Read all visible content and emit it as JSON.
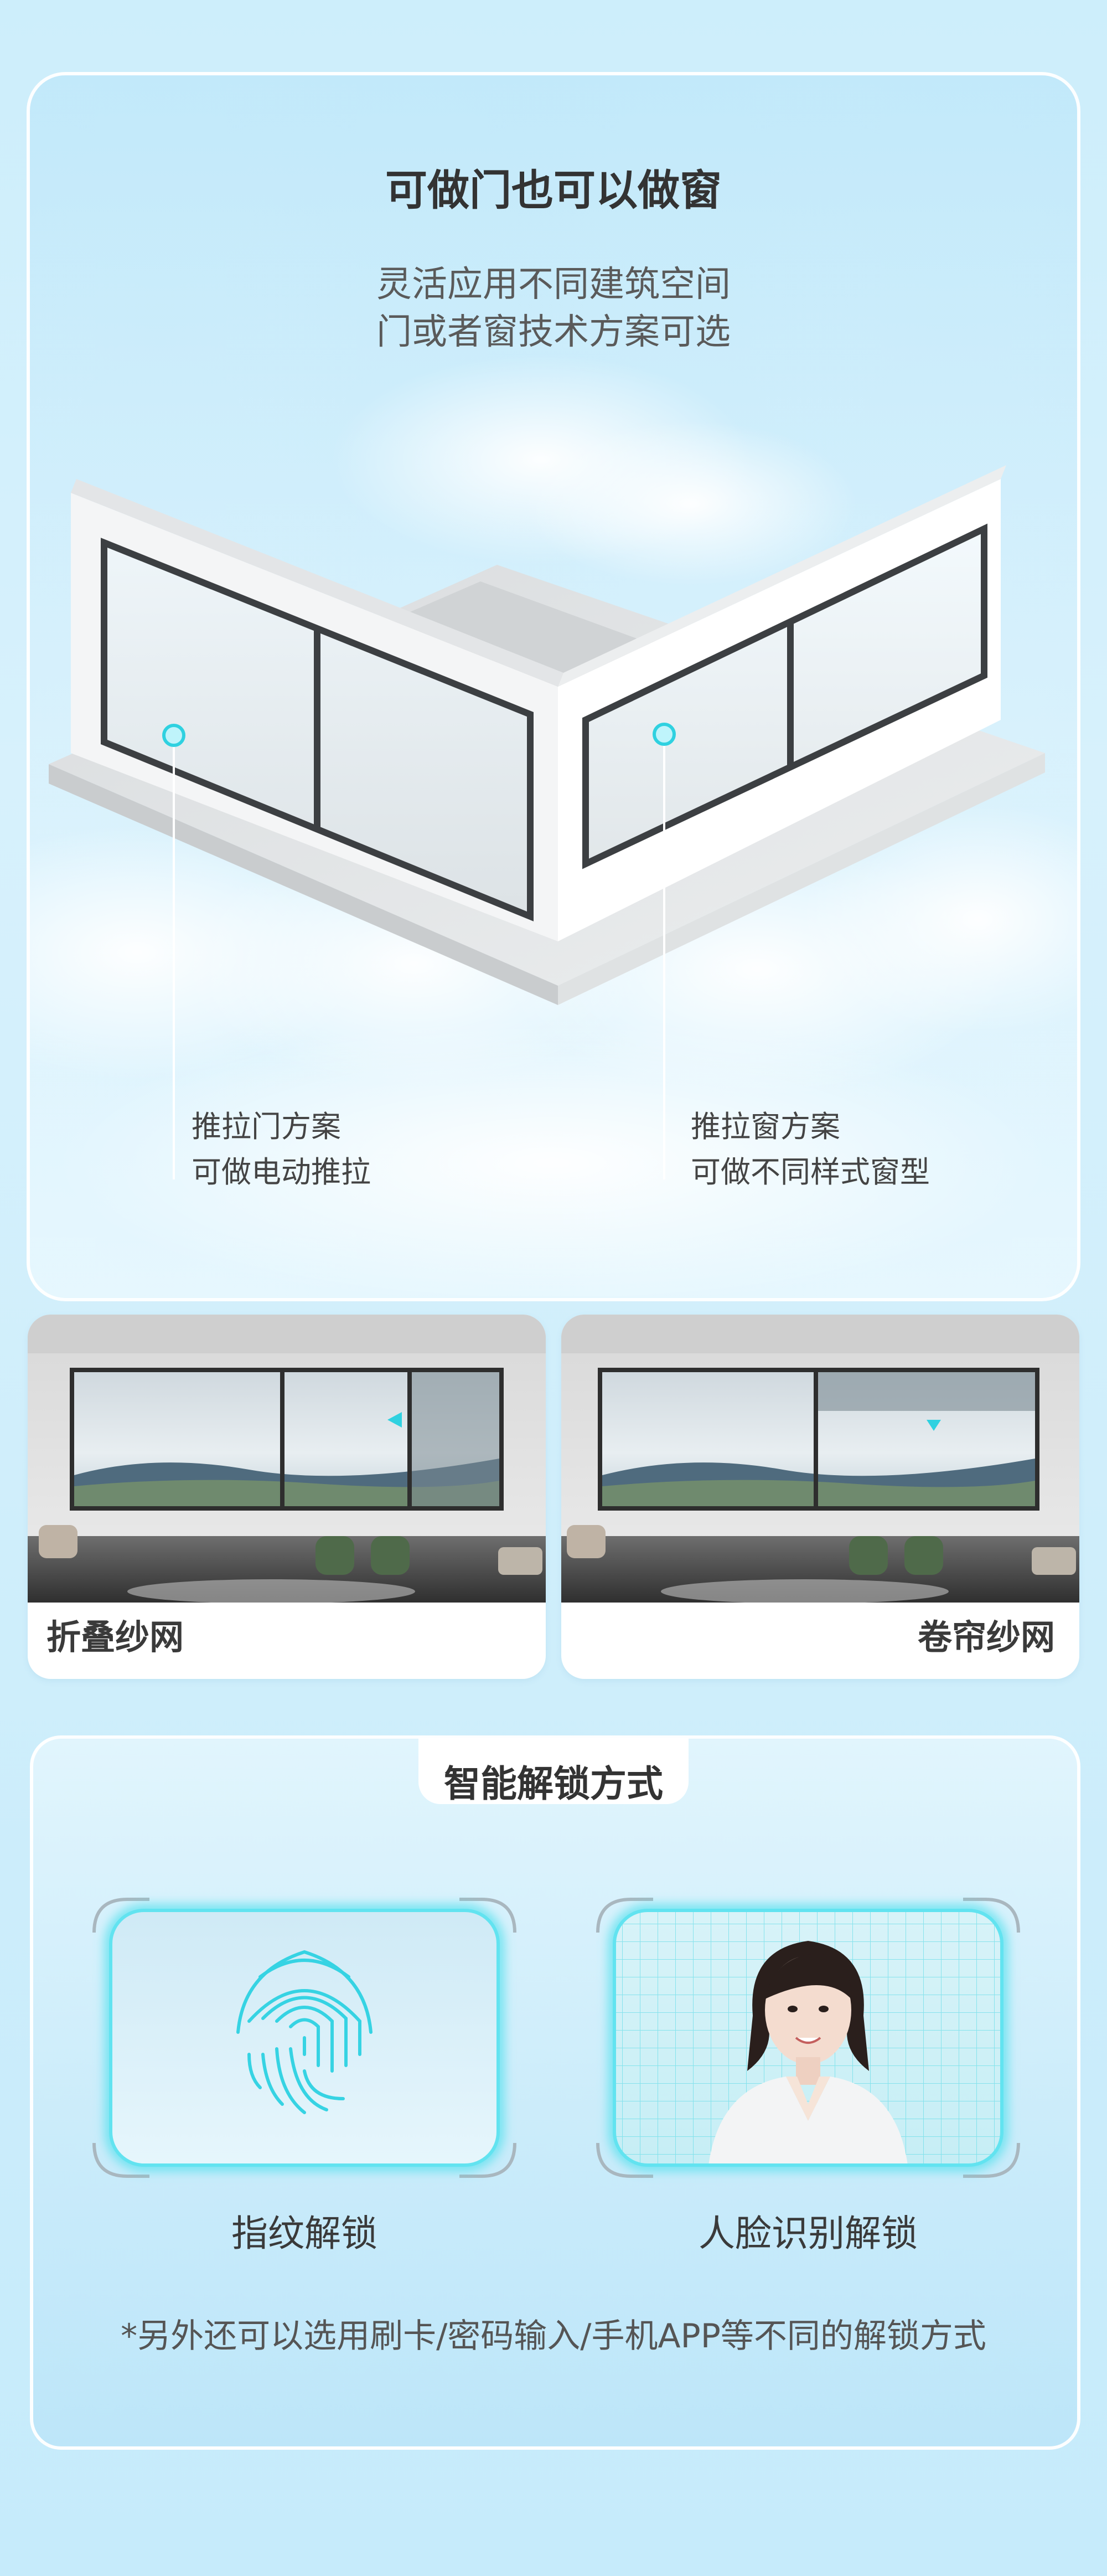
{
  "section1": {
    "title": "可做门也可以做窗",
    "subtitle_line1": "灵活应用不同建筑空间",
    "subtitle_line2": "门或者窗技术方案可选",
    "callout_left": {
      "line1": "推拉门方案",
      "line2": "可做电动推拉"
    },
    "callout_right": {
      "line1": "推拉窗方案",
      "line2": "可做不同样式窗型"
    }
  },
  "section2": {
    "left_caption": "折叠纱网",
    "right_caption": "卷帘纱网"
  },
  "section3": {
    "title": "智能解锁方式",
    "fingerprint_label": "指纹解锁",
    "face_label": "人脸识别解锁",
    "note": "*另外还可以选用刷卡/密码输入/手机APP等不同的解锁方式"
  },
  "icons": {
    "arrow_left": "arrow-left-icon",
    "arrow_down": "arrow-down-icon",
    "fingerprint": "fingerprint-icon"
  },
  "colors": {
    "accent": "#2fd1e0",
    "background": "#cdeefb",
    "text": "#333333"
  }
}
